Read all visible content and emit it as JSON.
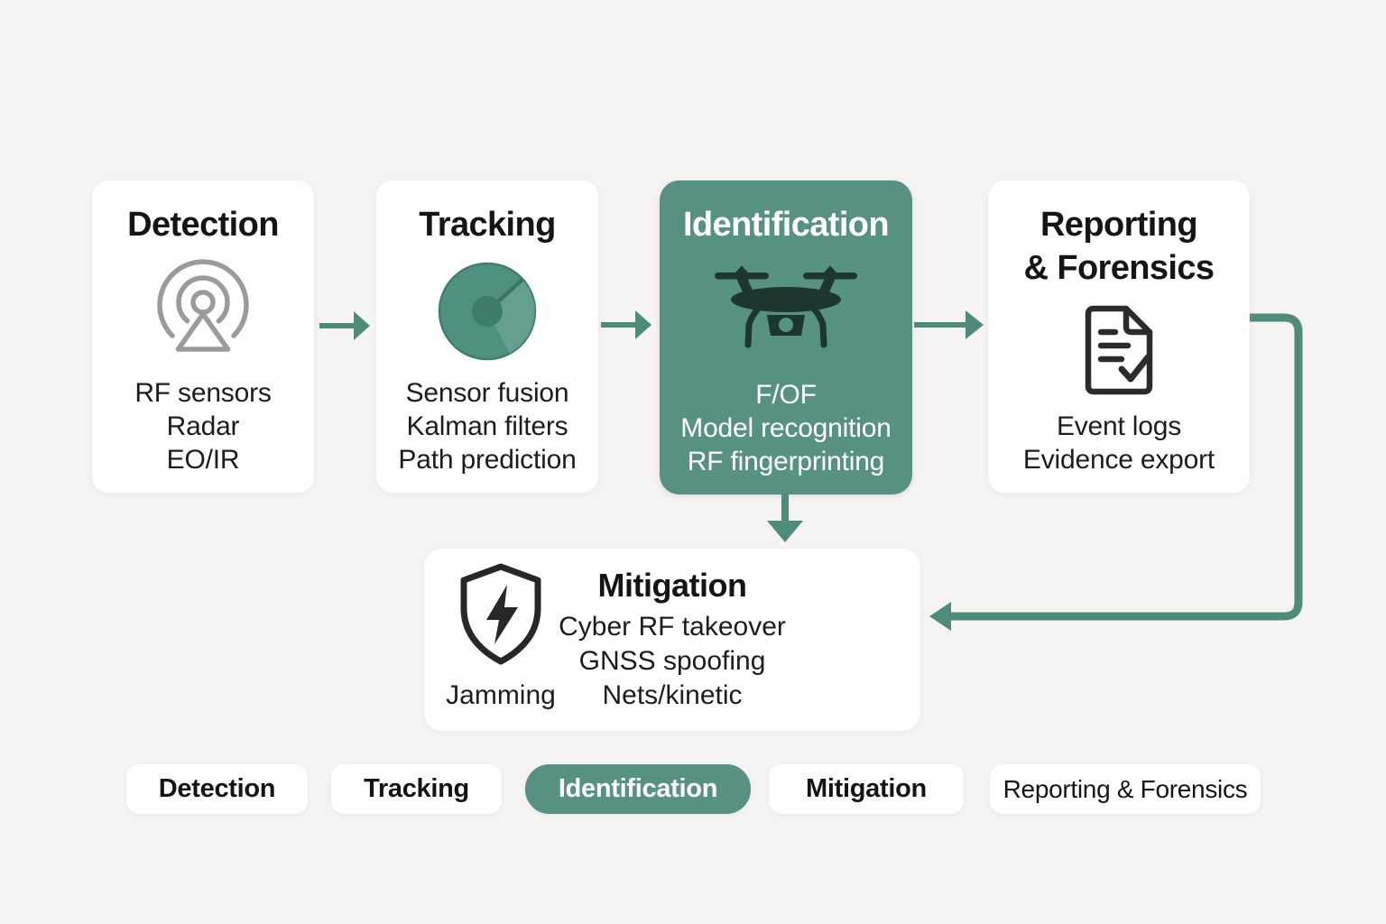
{
  "colors": {
    "background": "#f5f4f2",
    "card": "#ffffff",
    "accent_green": "#569184",
    "arrow_green": "#4f8b7a",
    "drone_icon_dark": "#1e3630",
    "antenna_icon_gray": "#9b9b9b",
    "outline_icon_dark": "#2b2b2b",
    "title_text": "#151518",
    "body_text": "#1d1d20"
  },
  "stages": [
    {
      "title": "Detection",
      "icon": "antenna-icon",
      "items": [
        "RF sensors",
        "Radar",
        "EO/IR"
      ],
      "highlighted": false
    },
    {
      "title": "Tracking",
      "icon": "radar-icon",
      "items": [
        "Sensor fusion",
        "Kalman filters",
        "Path prediction"
      ],
      "highlighted": false
    },
    {
      "title": "Identification",
      "icon": "drone-icon",
      "items": [
        "F/OF",
        "Model recognition",
        "RF fingerprinting"
      ],
      "highlighted": true
    },
    {
      "title": "Reporting\n& Forensics",
      "icon": "document-check-icon",
      "items": [
        "Event logs",
        "Evidence export"
      ],
      "highlighted": false
    }
  ],
  "mitigation": {
    "title": "Mitigation",
    "icon": "shield-lightning-icon",
    "icon_label": "Jamming",
    "items": [
      "Cyber RF takeover",
      "GNSS spoofing",
      "Nets/kinetic"
    ]
  },
  "tabs": [
    {
      "label": "Detection",
      "selected": false
    },
    {
      "label": "Tracking",
      "selected": false
    },
    {
      "label": "Identification",
      "selected": true
    },
    {
      "label": "Mitigation",
      "selected": false
    },
    {
      "label": "Reporting & Forensics",
      "selected": false
    }
  ]
}
